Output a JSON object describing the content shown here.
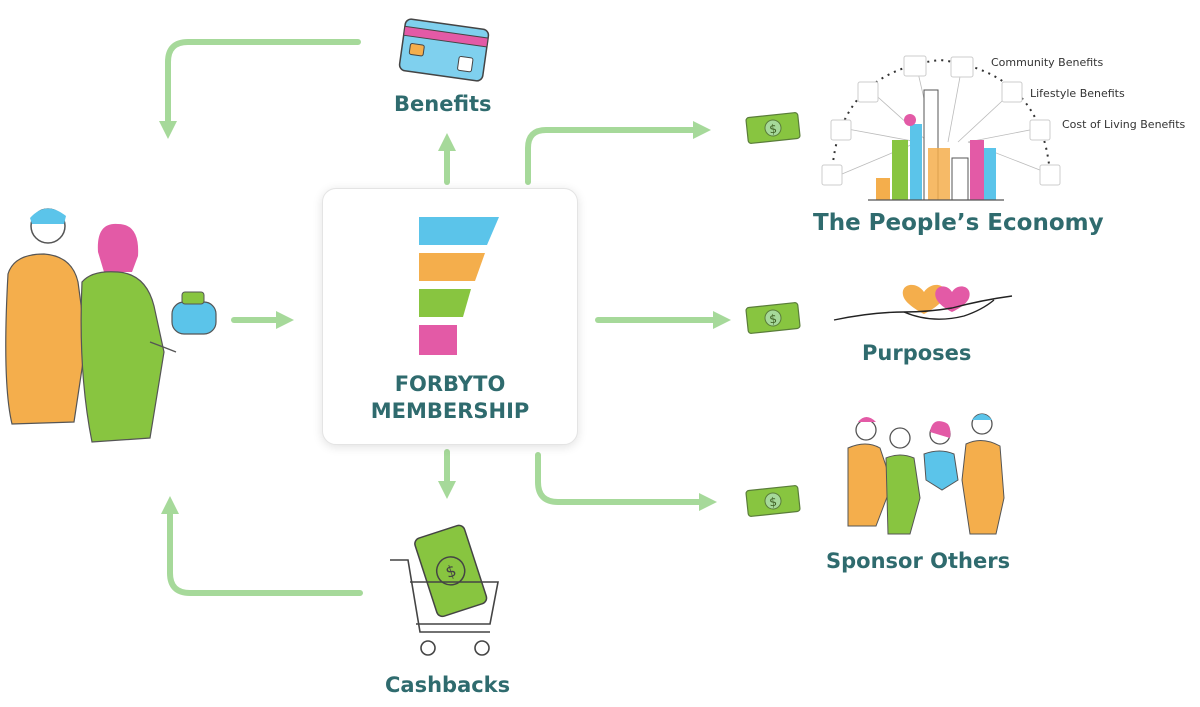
{
  "center": {
    "line1": "FORBYTO",
    "line2": "MEMBERSHIP"
  },
  "nodes": {
    "benefits": "Benefits",
    "cashbacks": "Cashbacks",
    "peoples_economy": "The People’s Economy",
    "purposes": "Purposes",
    "sponsor_others": "Sponsor Others"
  },
  "economy_tags": {
    "community": "Community Benefits",
    "lifestyle": "Lifestyle Benefits",
    "cost_of_living": "Cost of Living Benefits"
  },
  "colors": {
    "arrow": "#a6d99a",
    "label": "#2f6b6e",
    "blue": "#5bc4ea",
    "orange": "#f4ae4c",
    "green": "#88c540",
    "pink": "#e35aa6"
  },
  "icons": [
    "credit-card-icon",
    "shopping-cart-icon",
    "money-bill-icon",
    "heart-hand-icon",
    "people-group-icon",
    "city-skyline-icon",
    "couple-icon"
  ]
}
